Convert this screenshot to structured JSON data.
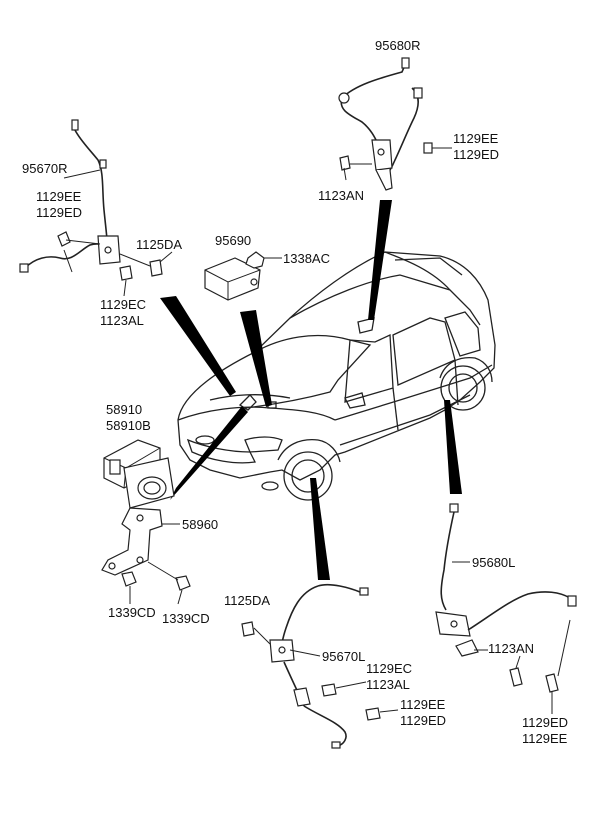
{
  "labels": {
    "p95680R": "95680R",
    "p1129EE_tr": "1129EE",
    "p1129ED_tr": "1129ED",
    "p1123AN_tr": "1123AN",
    "p95670R": "95670R",
    "p1129EE_l": "1129EE",
    "p1129ED_l": "1129ED",
    "p1125DA_l": "1125DA",
    "p1129EC_l": "1129EC",
    "p1123AL_l": "1123AL",
    "p95690": "95690",
    "p1338AC": "1338AC",
    "p58910": "58910",
    "p58910B": "58910B",
    "p58960": "58960",
    "p1339CD_a": "1339CD",
    "p1339CD_b": "1339CD",
    "p1125DA_b": "1125DA",
    "p95670L": "95670L",
    "p1129EC_b": "1129EC",
    "p1123AL_b": "1123AL",
    "p1129EE_b": "1129EE",
    "p1129ED_b": "1129ED",
    "p95680L": "95680L",
    "p1123AN_br": "1123AN",
    "p1129ED_br": "1129ED",
    "p1129EE_br": "1129EE"
  }
}
